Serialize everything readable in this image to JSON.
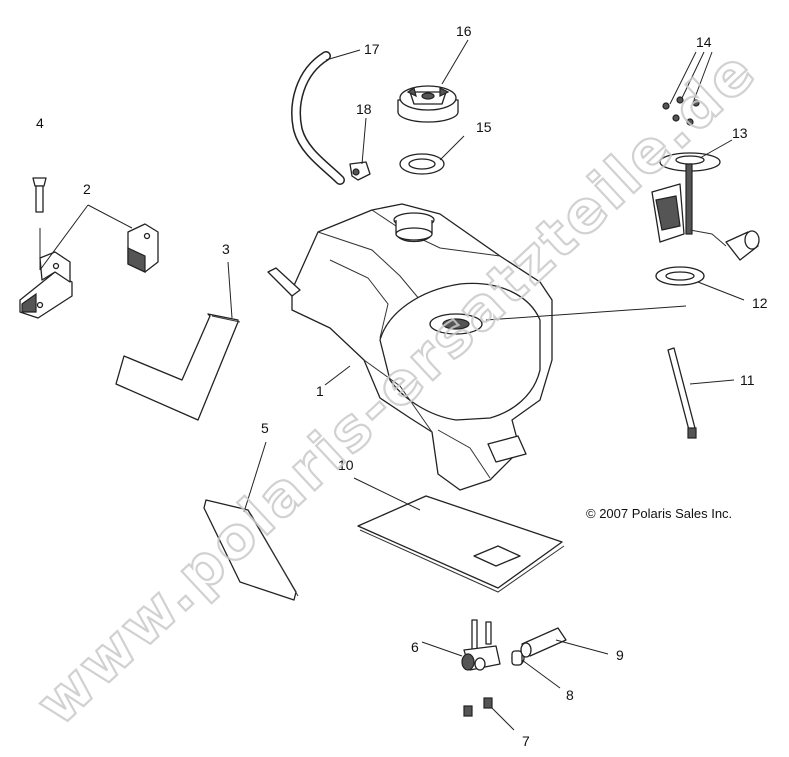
{
  "copyright": "© 2007 Polaris Sales Inc.",
  "watermark": "www.polaris-ersatzteile.de",
  "callouts": [
    {
      "id": "1",
      "label": "1"
    },
    {
      "id": "2",
      "label": "2"
    },
    {
      "id": "3",
      "label": "3"
    },
    {
      "id": "4",
      "label": "4"
    },
    {
      "id": "5",
      "label": "5"
    },
    {
      "id": "6",
      "label": "6"
    },
    {
      "id": "7",
      "label": "7"
    },
    {
      "id": "8",
      "label": "8"
    },
    {
      "id": "9",
      "label": "9"
    },
    {
      "id": "10",
      "label": "10"
    },
    {
      "id": "11",
      "label": "11"
    },
    {
      "id": "12",
      "label": "12"
    },
    {
      "id": "13",
      "label": "13"
    },
    {
      "id": "14",
      "label": "14"
    },
    {
      "id": "15",
      "label": "15"
    },
    {
      "id": "16",
      "label": "16"
    },
    {
      "id": "17",
      "label": "17"
    },
    {
      "id": "18",
      "label": "18"
    }
  ]
}
